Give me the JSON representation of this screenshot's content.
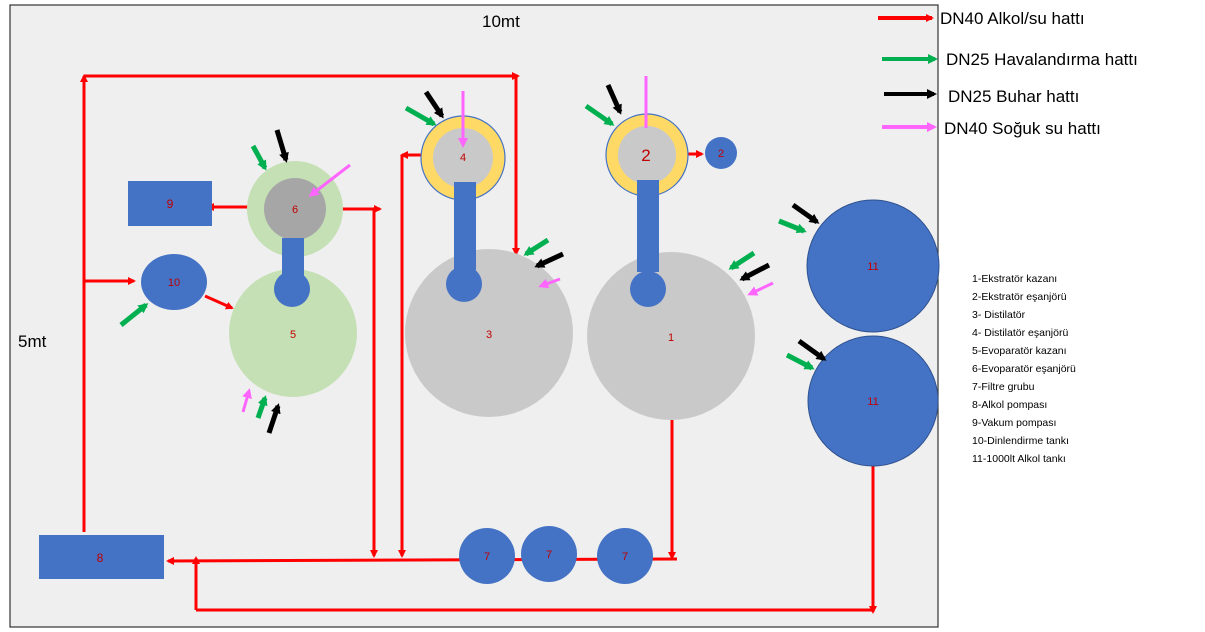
{
  "dimensions": {
    "width_label": "10mt",
    "height_label": "5mt"
  },
  "legend": [
    {
      "label": "DN40 Alkol/su hattı",
      "color": "#ff0000"
    },
    {
      "label": "DN25 Havalandırma hattı",
      "color": "#00b050"
    },
    {
      "label": "DN25 Buhar hattı",
      "color": "#000000"
    },
    {
      "label": "DN40 Soğuk su hattı",
      "color": "#ff66ff"
    }
  ],
  "key": [
    "1-Ekstratör kazanı",
    "2-Ekstratör eşanjörü",
    "3- Distilatör",
    "4- Distilatör eşanjörü",
    "5-Evoparatör kazanı",
    "6-Evoparatör eşanjörü",
    "7-Filtre grubu",
    "8-Alkol pompası",
    "9-Vakum pompası",
    "10-Dinlendirme tankı",
    "11-1000lt Alkol tankı"
  ],
  "nodes": {
    "n1": "1",
    "n2a": "2",
    "n2b": "2",
    "n3": "3",
    "n4": "4",
    "n5": "5",
    "n6": "6",
    "n7a": "7",
    "n7b": "7",
    "n7c": "7",
    "n8": "8",
    "n9": "9",
    "n10": "10",
    "n11a": "11",
    "n11b": "11"
  },
  "colors": {
    "alcohol": "#ff0000",
    "vent": "#00b050",
    "steam": "#000000",
    "cold": "#ff66ff",
    "tank_blue": "#4472c4",
    "vessel_gray": "#c9c9c9",
    "evap_green": "#c5e0b4",
    "exchanger_yellow": "#ffd966",
    "floor": "#efefef"
  }
}
